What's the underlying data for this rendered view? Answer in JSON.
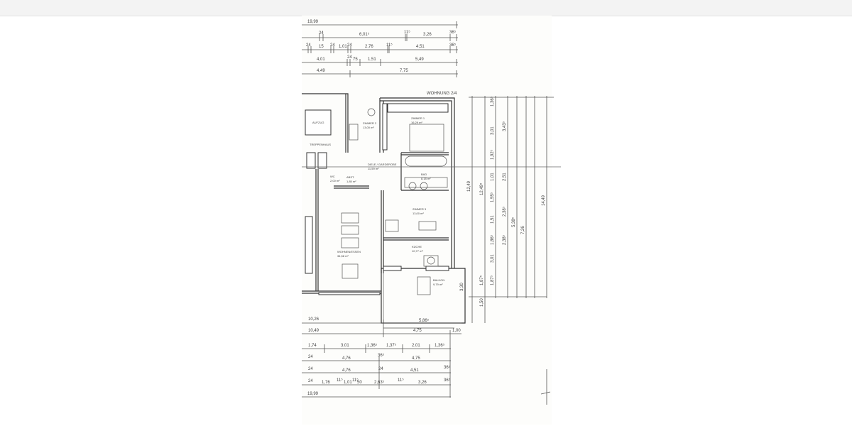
{
  "plan": {
    "unit_label": "WOHNUNG 2/4",
    "rooms": {
      "aufzug": "AUFZUG",
      "treppenhaus": "TREPPENHAUS",
      "zimmer2": "ZIMMER 2",
      "zimmer2_area": "13,00 m²",
      "zimmer1": "ZIMMER 1",
      "zimmer1_area": "16,29 m²",
      "diele": "DIELE / GARDEROBE",
      "diele_area": "11,59 m²",
      "bad": "BAD",
      "bad_area": "8,18 m²",
      "wc": "WC",
      "wc_area": "2,00 m²",
      "abst": "ABST.",
      "abst_area": "1,85 m²",
      "zimmer3": "ZIMMER 3",
      "zimmer3_area": "13,00 m²",
      "kueche": "KÜCHE",
      "kueche_area": "10,77 m²",
      "wohnen": "WOHNEN/ESSEN",
      "wohnen_area": "34,58 m²",
      "balkon": "BALKON",
      "balkon_area": "9,79 m²"
    },
    "dims_top": [
      [
        "19,99"
      ],
      [
        "24",
        "6,01⁵",
        "11⁵",
        "3,26",
        "36⁵"
      ],
      [
        "24",
        "15",
        "24",
        "1,01",
        "24",
        "2,76",
        "11⁵",
        "4,51",
        "36⁵"
      ],
      [
        "4,01",
        "24",
        "75",
        "1,51",
        "5,49"
      ],
      [
        "4,49",
        "7,75"
      ]
    ],
    "dims_bottom": [
      [
        "10,26",
        "5,86⁵"
      ],
      [
        "10,49",
        "4,75",
        "1,00"
      ],
      [
        "1,74",
        "3,01",
        "1,36⁵",
        "1,37⁵",
        "2,01",
        "1,36⁵"
      ],
      [
        "24",
        "4,76",
        "36⁵",
        "4,75"
      ],
      [
        "24",
        "4,76",
        "24",
        "4,51",
        "36⁵"
      ],
      [
        "24",
        "1,76",
        "11⁵",
        "1,01",
        "11⁵",
        "50",
        "2,63⁵",
        "11⁵",
        "3,26",
        "36⁵"
      ],
      [
        "19,99"
      ]
    ],
    "dims_right": [
      "12,49",
      "12,49⁵",
      "1,36⁵",
      "3,01",
      "1,92⁵",
      "1,01",
      "1,55⁵",
      "1,51",
      "1,86⁵",
      "3,01",
      "3,43⁵",
      "2,51",
      "2,38⁵",
      "2,38⁵",
      "5,38⁵",
      "7,26",
      "14,49",
      "1,87⁵",
      "1,87⁵",
      "1,50",
      "3,30"
    ]
  }
}
